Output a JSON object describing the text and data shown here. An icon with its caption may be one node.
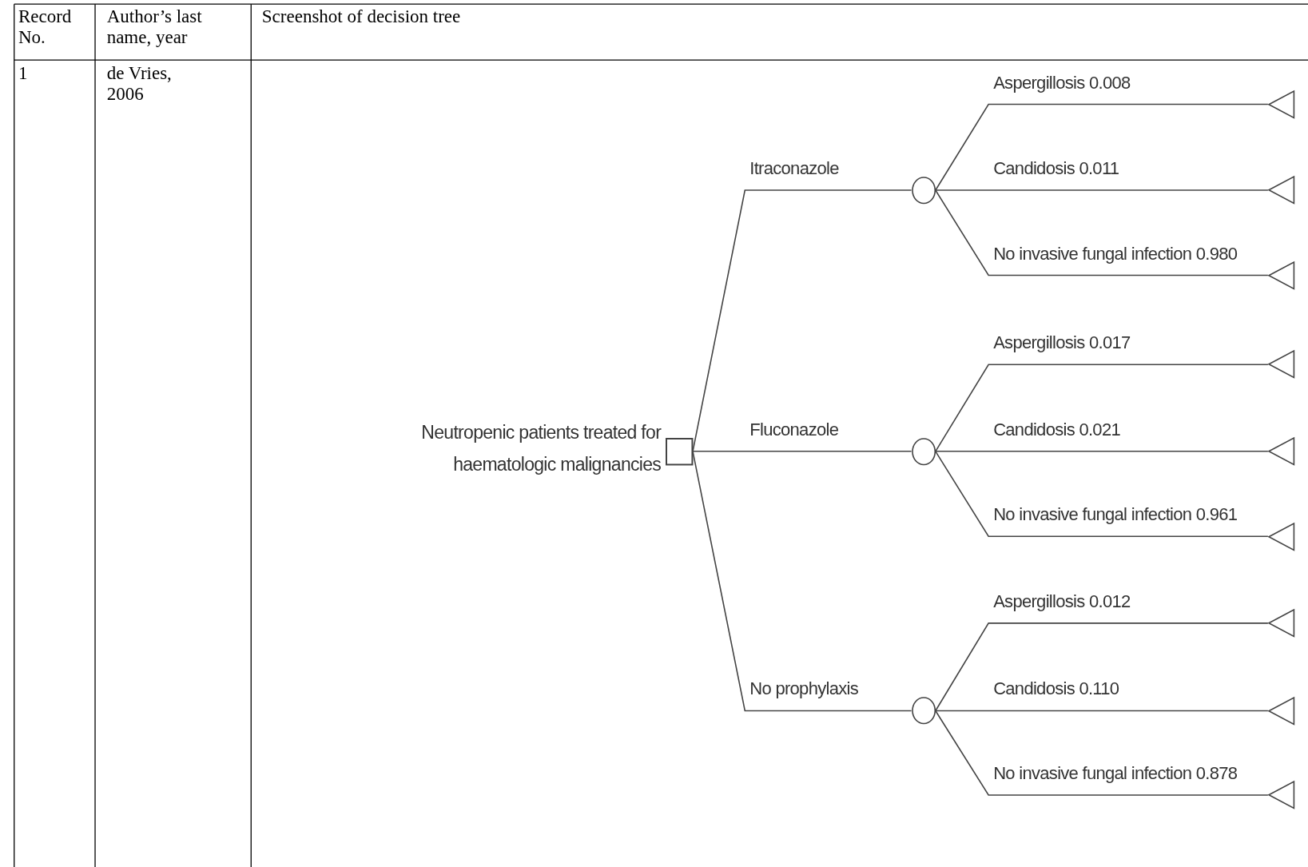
{
  "diagram": {
    "nodes": [
      {
        "text": [],
        "shape": "box",
        "beside": [
          "Neutropenic patients treated for haematologic malignancies"
        ]
      },
      {
        "text": [],
        "shape": "circle"
      },
      {
        "text": [],
        "shape": "circle"
      },
      {
        "text": [],
        "shape": "circle"
      },
      {
        "text": [],
        "shape": "triangle"
      },
      {
        "text": [],
        "shape": "triangle"
      },
      {
        "text": [],
        "shape": "triangle"
      },
      {
        "text": [],
        "shape": "triangle"
      },
      {
        "text": [],
        "shape": "triangle"
      },
      {
        "text": [],
        "shape": "triangle"
      },
      {
        "text": [],
        "shape": "triangle"
      },
      {
        "text": [],
        "shape": "triangle"
      },
      {
        "text": [],
        "shape": "triangle"
      }
    ],
    "edges": [
      {
        "from": 0,
        "to": 1,
        "arrow": "none",
        "label": "Itraconazole"
      },
      {
        "from": 0,
        "to": 2,
        "arrow": "none",
        "label": "Fluconazole"
      },
      {
        "from": 0,
        "to": 3,
        "arrow": "none",
        "label": "No prophylaxis"
      },
      {
        "from": 1,
        "to": 4,
        "arrow": "none",
        "label": "Aspergillosis 0.008"
      },
      {
        "from": 1,
        "to": 5,
        "arrow": "none",
        "label": "Candidosis 0.011"
      },
      {
        "from": 1,
        "to": 6,
        "arrow": "none",
        "label": "No invasive fungal infection 0.980"
      },
      {
        "from": 2,
        "to": 7,
        "arrow": "none",
        "label": "Aspergillosis 0.017"
      },
      {
        "from": 2,
        "to": 8,
        "arrow": "none",
        "label": "Candidosis 0.021"
      },
      {
        "from": 2,
        "to": 9,
        "arrow": "none",
        "label": "No invasive fungal infection 0.961"
      },
      {
        "from": 3,
        "to": 10,
        "arrow": "none",
        "label": "Aspergillosis 0.012"
      },
      {
        "from": 3,
        "to": 11,
        "arrow": "none",
        "label": "Candidosis 0.110"
      },
      {
        "from": 3,
        "to": 12,
        "arrow": "none",
        "label": "No invasive fungal infection 0.878"
      }
    ],
    "labels": [
      "Record No.",
      "Author’s last name, year",
      "Screenshot of decision tree",
      "1",
      "de Vries, 2006"
    ]
  }
}
